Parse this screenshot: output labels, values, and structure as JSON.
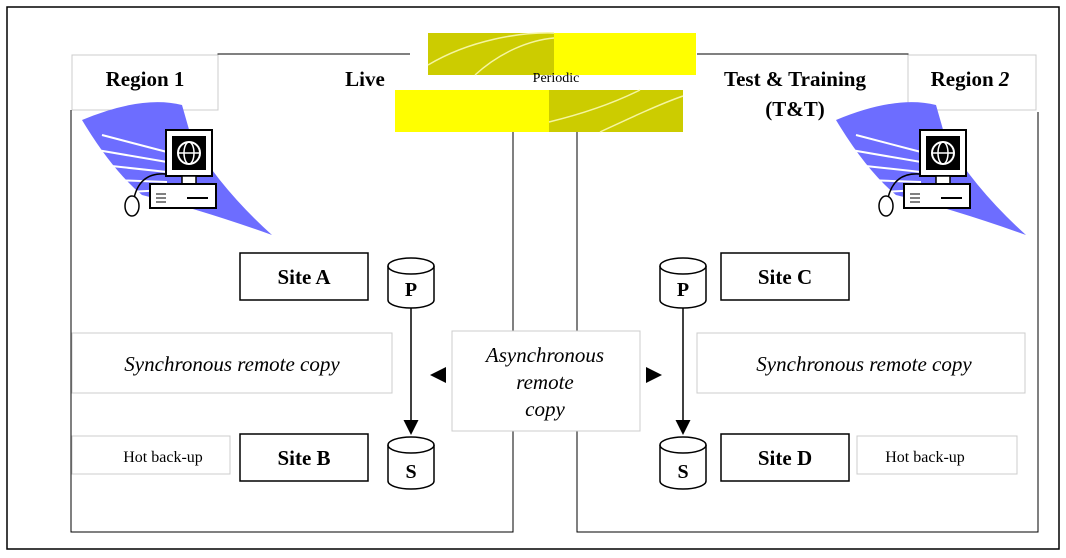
{
  "regions": {
    "left": "Region 1",
    "right_prefix": "Region ",
    "right_number": "2"
  },
  "environments": {
    "live": "Live",
    "test_line1": "Test & Training",
    "test_line2": "(T&T)"
  },
  "periodic_label": "Periodic",
  "sites": {
    "a": "Site A",
    "b": "Site B",
    "c": "Site C",
    "d": "Site D"
  },
  "disks": {
    "primary": "P",
    "secondary": "S"
  },
  "sync_copy_label": "Synchronous remote copy",
  "async_copy": {
    "line1": "Asynchronous",
    "line2": "remote",
    "line3": "copy"
  },
  "hot_backup_label": "Hot back-up",
  "colors": {
    "yellow": "#ffff00",
    "olive": "#cccc00",
    "wave_blue": "#6d6dff",
    "line": "#000000"
  },
  "icons": [
    "globe-computer-icon",
    "database-cylinder-icon"
  ]
}
